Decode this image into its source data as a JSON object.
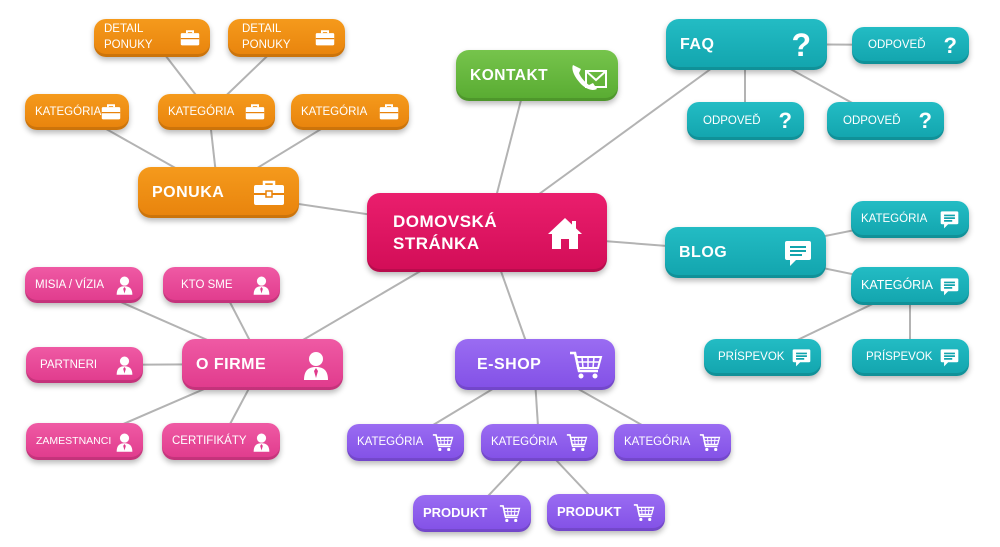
{
  "center": {
    "label": "DOMOVSKÁ\nSTRÁNKA"
  },
  "kontakt": {
    "label": "KONTAKT"
  },
  "ponuka": {
    "label": "PONUKA",
    "children": [
      {
        "label": "KATEGÓRIA"
      },
      {
        "label": "KATEGÓRIA"
      },
      {
        "label": "KATEGÓRIA"
      },
      {
        "label": "DETAIL\nPONUKY"
      },
      {
        "label": "DETAIL\nPONUKY"
      }
    ]
  },
  "firma": {
    "label": "O FIRME",
    "children": [
      {
        "label": "MISIA / VÍZIA"
      },
      {
        "label": "KTO SME"
      },
      {
        "label": "PARTNERI"
      },
      {
        "label": "ZAMESTNANCI"
      },
      {
        "label": "CERTIFIKÁTY"
      }
    ]
  },
  "eshop": {
    "label": "E-SHOP",
    "children": [
      {
        "label": "KATEGÓRIA"
      },
      {
        "label": "KATEGÓRIA"
      },
      {
        "label": "KATEGÓRIA"
      },
      {
        "label": "PRODUKT"
      },
      {
        "label": "PRODUKT"
      }
    ]
  },
  "faq": {
    "label": "FAQ",
    "children": [
      {
        "label": "ODPOVEĎ"
      },
      {
        "label": "ODPOVEĎ"
      },
      {
        "label": "ODPOVEĎ"
      }
    ],
    "icon_glyph": "?"
  },
  "blog": {
    "label": "BLOG",
    "children": [
      {
        "label": "KATEGÓRIA"
      },
      {
        "label": "KATEGÓRIA"
      },
      {
        "label": "PRÍSPEVOK"
      },
      {
        "label": "PRÍSPEVOK"
      }
    ]
  },
  "colors": {
    "orange": "#ee8c12",
    "pink": "#e6479a",
    "purple": "#8c5cec",
    "teal": "#19adb6",
    "green": "#62b53a",
    "crimson": "#de145f",
    "edge": "#b3b3b3"
  },
  "icons": {
    "center": "house-icon",
    "kontakt": "envelope-phone-icon",
    "ponuka": "briefcase-icon",
    "firma": "person-icon",
    "eshop": "cart-icon",
    "faq": "question-icon",
    "blog": "comment-icon"
  }
}
